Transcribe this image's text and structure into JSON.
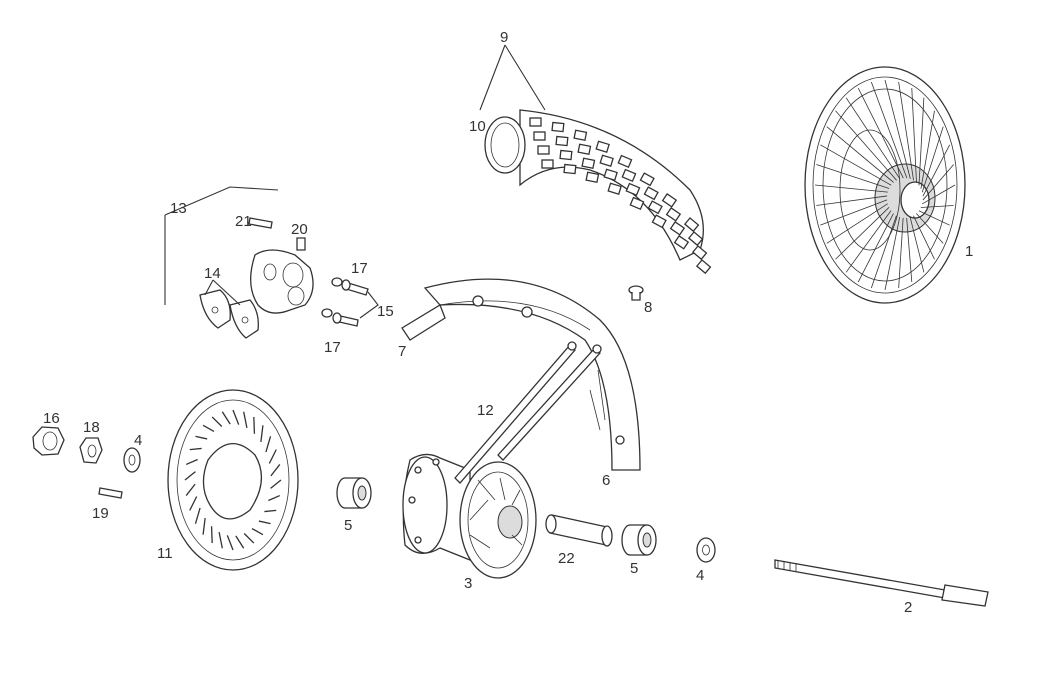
{
  "labels": {
    "p1": "1",
    "p2": "2",
    "p3": "3",
    "p4a": "4",
    "p4b": "4",
    "p5a": "5",
    "p5b": "5",
    "p6": "6",
    "p7": "7",
    "p8": "8",
    "p9": "9",
    "p10": "10",
    "p11": "11",
    "p12": "12",
    "p13": "13",
    "p14": "14",
    "p15": "15",
    "p16": "16",
    "p17a": "17",
    "p17b": "17",
    "p18": "18",
    "p19": "19",
    "p20": "20",
    "p21": "21",
    "p22": "22"
  },
  "colors": {
    "line": "#333333",
    "background": "#ffffff"
  }
}
